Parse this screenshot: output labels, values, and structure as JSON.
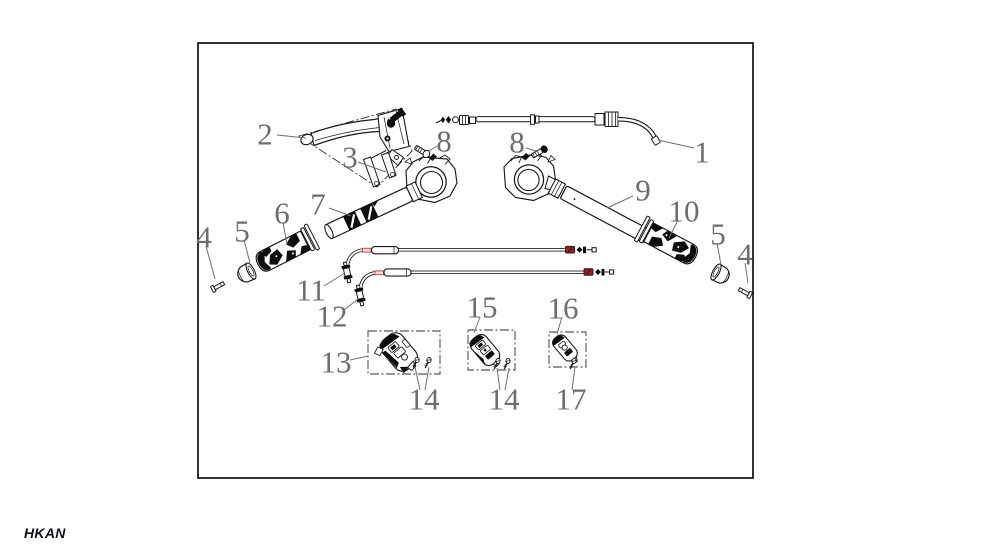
{
  "footer": {
    "brand": "HKAN"
  },
  "diagram": {
    "type": "exploded-parts-diagram",
    "colors": {
      "line": "#1a1a1a",
      "callout_text": "#6e6e6e",
      "cable_end_red": "#8d2727",
      "cable_mark_red": "#c24b4b",
      "brand_text": "#10101c",
      "border": "#000000"
    },
    "callouts": [
      {
        "label": "2"
      },
      {
        "label": "3"
      },
      {
        "label": "8"
      },
      {
        "label": "8"
      },
      {
        "label": "1"
      },
      {
        "label": "9"
      },
      {
        "label": "10"
      },
      {
        "label": "7"
      },
      {
        "label": "6"
      },
      {
        "label": "5"
      },
      {
        "label": "4"
      },
      {
        "label": "5"
      },
      {
        "label": "4"
      },
      {
        "label": "11"
      },
      {
        "label": "12"
      },
      {
        "label": "13"
      },
      {
        "label": "15"
      },
      {
        "label": "16"
      },
      {
        "label": "14"
      },
      {
        "label": "14"
      },
      {
        "label": "17"
      }
    ]
  }
}
